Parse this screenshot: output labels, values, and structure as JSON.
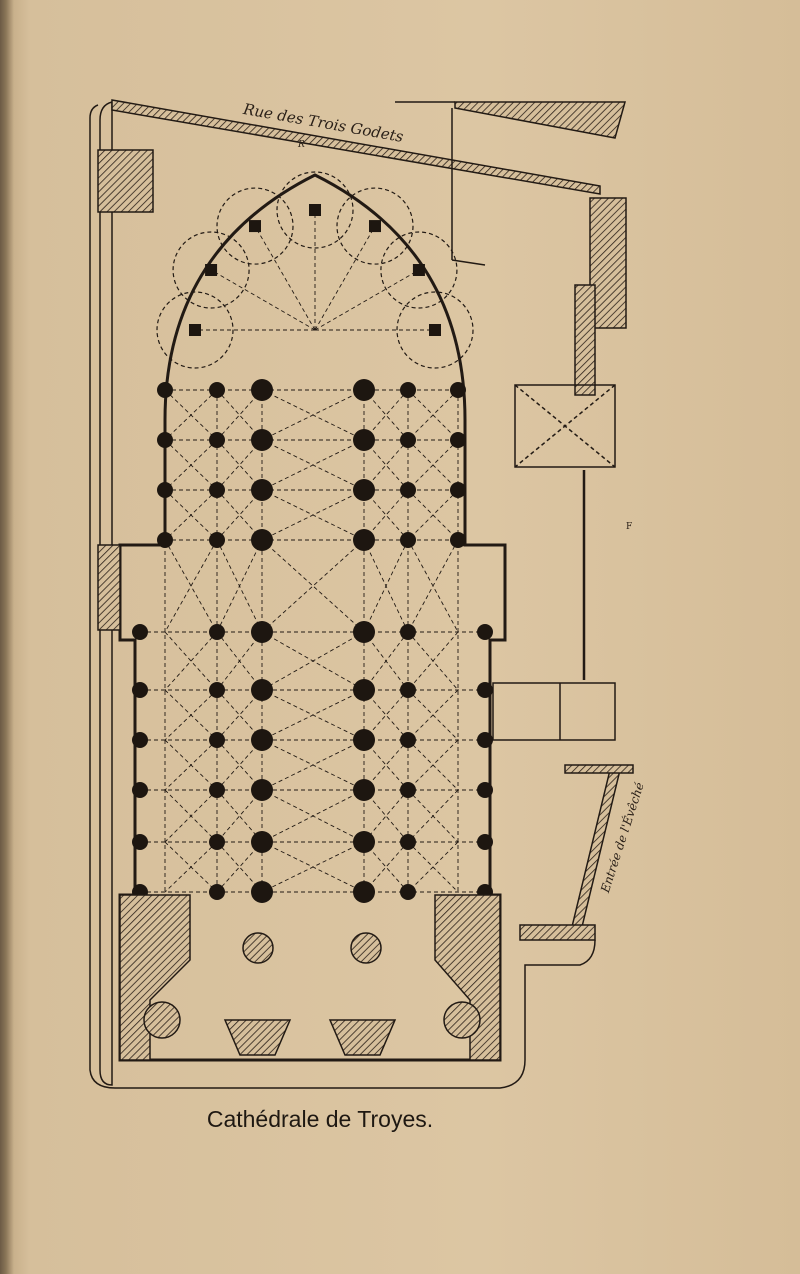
{
  "plan": {
    "street_label": "Rue des Trois Godets",
    "entry_label": "Entrée de l'Évêché",
    "mark_r": "R",
    "mark_f": "F"
  },
  "caption": "Cathédrale de Troyes.",
  "colors": {
    "paper": "#d9c3a0",
    "ink": "#221a14"
  }
}
